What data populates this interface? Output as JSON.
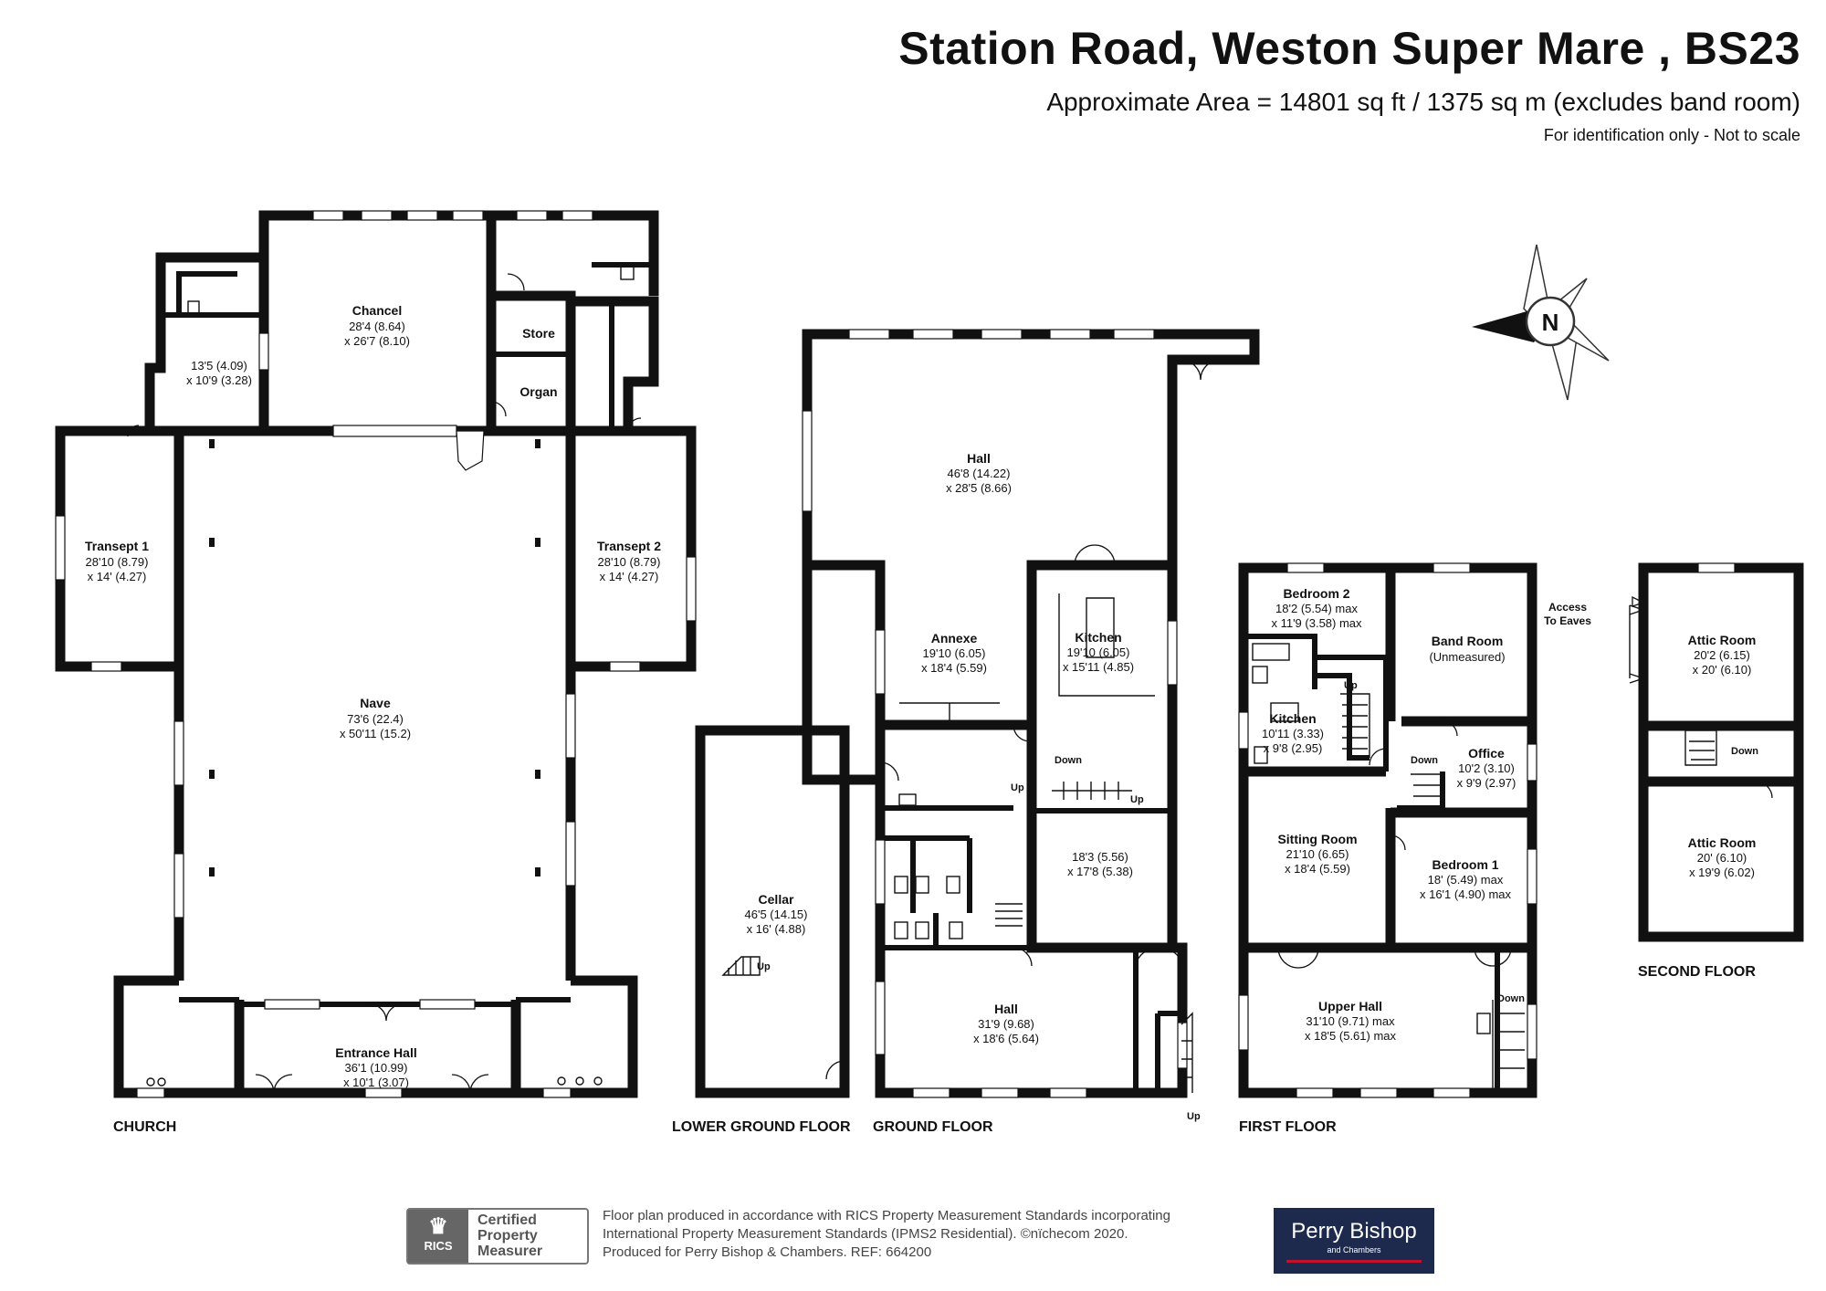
{
  "header": {
    "title": "Station Road, Weston Super Mare , BS23",
    "area": "Approximate Area = 14801 sq ft / 1375 sq m (excludes band room)",
    "ident": "For identification only - Not to scale"
  },
  "compass": {
    "label": "N"
  },
  "floors": {
    "church": "CHURCH",
    "lower": "LOWER GROUND FLOOR",
    "ground": "GROUND FLOOR",
    "first": "FIRST FLOOR",
    "second": "SECOND FLOOR"
  },
  "rooms": {
    "chancel": {
      "name": "Chancel",
      "d1": "28'4 (8.64)",
      "d2": "x 26'7 (8.10)"
    },
    "vestry": {
      "d1": "13'5 (4.09)",
      "d2": "x 10'9 (3.28)"
    },
    "store": {
      "name": "Store"
    },
    "organ": {
      "name": "Organ"
    },
    "transept1": {
      "name": "Transept 1",
      "d1": "28'10 (8.79)",
      "d2": "x 14' (4.27)"
    },
    "transept2": {
      "name": "Transept 2",
      "d1": "28'10 (8.79)",
      "d2": "x 14' (4.27)"
    },
    "nave": {
      "name": "Nave",
      "d1": "73'6 (22.4)",
      "d2": "x 50'11 (15.2)"
    },
    "entrance": {
      "name": "Entrance Hall",
      "d1": "36'1 (10.99)",
      "d2": "x 10'1 (3.07)"
    },
    "cellar": {
      "name": "Cellar",
      "d1": "46'5 (14.15)",
      "d2": "x 16' (4.88)"
    },
    "ghall_top": {
      "name": "Hall",
      "d1": "46'8 (14.22)",
      "d2": "x 28'5 (8.66)"
    },
    "annexe": {
      "name": "Annexe",
      "d1": "19'10 (6.05)",
      "d2": "x 18'4 (5.59)"
    },
    "gkitchen": {
      "name": "Kitchen",
      "d1": "19'10 (6.05)",
      "d2": "x 15'11 (4.85)"
    },
    "groom": {
      "d1": "18'3 (5.56)",
      "d2": "x 17'8 (5.38)"
    },
    "ghall_bottom": {
      "name": "Hall",
      "d1": "31'9 (9.68)",
      "d2": "x 18'6 (5.64)"
    },
    "bedroom2": {
      "name": "Bedroom 2",
      "d1": "18'2 (5.54) max",
      "d2": "x 11'9 (3.58) max"
    },
    "bandroom": {
      "name": "Band Room",
      "d1": "(Unmeasured)"
    },
    "fkitchen": {
      "name": "Kitchen",
      "d1": "10'11 (3.33)",
      "d2": "x 9'8 (2.95)"
    },
    "office": {
      "name": "Office",
      "d1": "10'2 (3.10)",
      "d2": "x 9'9 (2.97)"
    },
    "sitting": {
      "name": "Sitting Room",
      "d1": "21'10 (6.65)",
      "d2": "x 18'4 (5.59)"
    },
    "bedroom1": {
      "name": "Bedroom 1",
      "d1": "18' (5.49) max",
      "d2": "x 16'1 (4.90) max"
    },
    "upperhall": {
      "name": "Upper Hall",
      "d1": "31'10 (9.71) max",
      "d2": "x 18'5 (5.61) max"
    },
    "attic1": {
      "name": "Attic Room",
      "d1": "20'2 (6.15)",
      "d2": "x 20' (6.10)"
    },
    "attic2": {
      "name": "Attic Room",
      "d1": "20' (6.10)",
      "d2": "x 19'9 (6.02)"
    }
  },
  "stairs": {
    "up": "Up",
    "down": "Down",
    "eaves_1": "Access",
    "eaves_2": "To Eaves"
  },
  "footer": {
    "rics_word": "RICS",
    "cert_1": "Certified",
    "cert_2": "Property",
    "cert_3": "Measurer",
    "line1": "Floor plan produced in accordance with RICS Property Measurement Standards incorporating",
    "line2": "International Property Measurement Standards (IPMS2 Residential).  ©nïchecom 2020.",
    "line3": "Produced for Perry Bishop & Chambers.   REF:  664200",
    "brand": "Perry Bishop",
    "brand_sub": "and Chambers"
  }
}
